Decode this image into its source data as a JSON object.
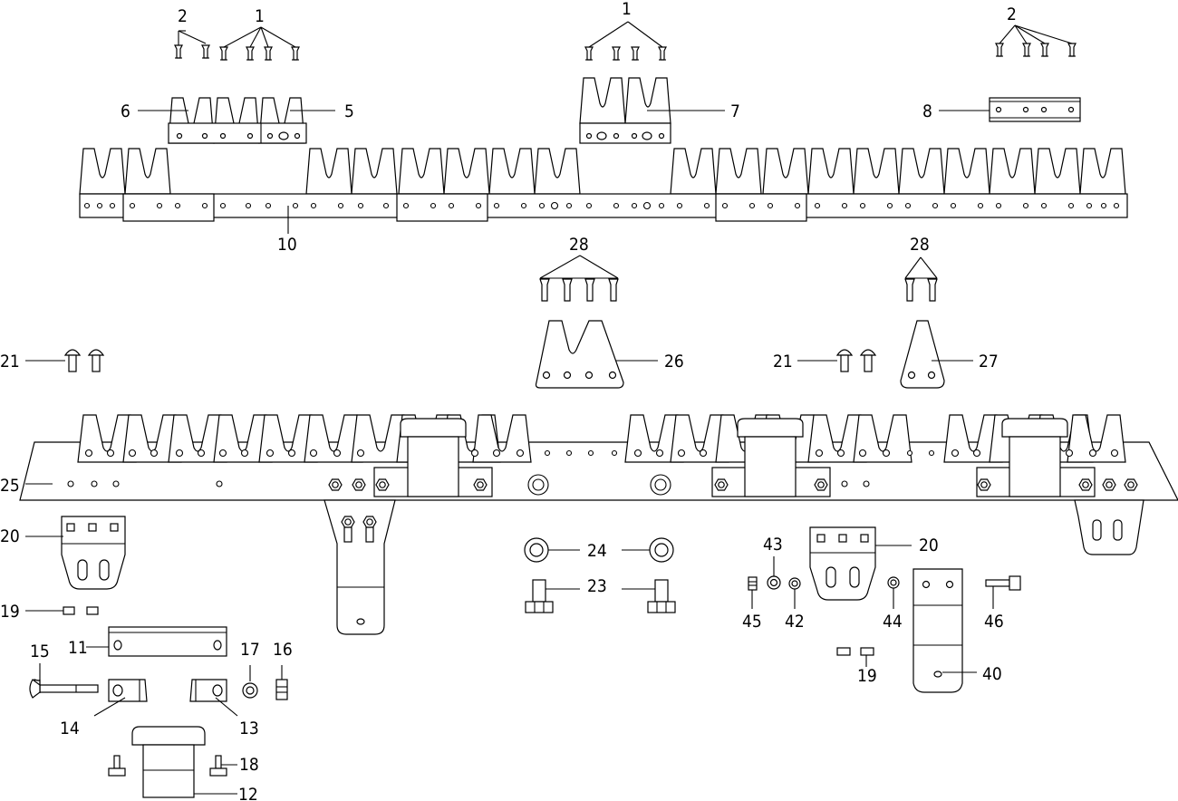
{
  "parts": {
    "p1": "1",
    "p2": "2",
    "p5": "5",
    "p6": "6",
    "p7": "7",
    "p8": "8",
    "p10": "10",
    "p11": "11",
    "p12": "12",
    "p13": "13",
    "p14": "14",
    "p15": "15",
    "p16": "16",
    "p17": "17",
    "p18": "18",
    "p19": "19",
    "p20": "20",
    "p21": "21",
    "p23": "23",
    "p24": "24",
    "p25": "25",
    "p26": "26",
    "p27": "27",
    "p28": "28",
    "p40": "40",
    "p42": "42",
    "p43": "43",
    "p44": "44",
    "p45": "45",
    "p46": "46"
  }
}
